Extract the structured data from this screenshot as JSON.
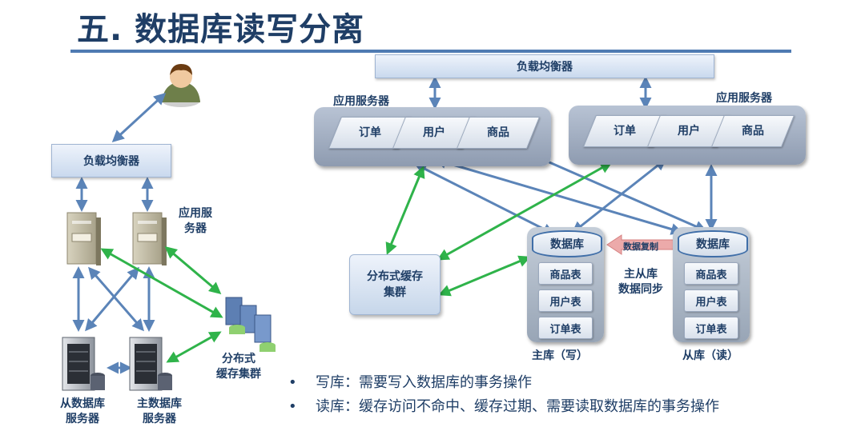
{
  "title": "五. 数据库读写分离",
  "left": {
    "load_balancer": "负载均衡器",
    "app_server_label_line1": "应用服",
    "app_server_label_line2": "务器",
    "cache_cluster_line1": "分布式",
    "cache_cluster_line2": "缓存集群",
    "slave_db_line1": "从数据库",
    "slave_db_line2": "服务器",
    "master_db_line1": "主数据库",
    "master_db_line2": "服务器"
  },
  "right": {
    "load_balancer": "负载均衡器",
    "app_server_label": "应用服务器",
    "app_servers": [
      {
        "tabs": [
          "订单",
          "用户",
          "商品"
        ]
      },
      {
        "tabs": [
          "订单",
          "用户",
          "商品"
        ]
      }
    ],
    "cache_line1": "分布式缓存",
    "cache_line2": "集群",
    "replication_label": "数据复制",
    "sync_line1": "主从库",
    "sync_line2": "数据同步",
    "master": {
      "head": "数据库",
      "tables": [
        "商品表",
        "用户表",
        "订单表"
      ],
      "caption": "主库（写）"
    },
    "slave": {
      "head": "数据库",
      "tables": [
        "商品表",
        "用户表",
        "订单表"
      ],
      "caption": "从库（读）"
    }
  },
  "bullets": [
    {
      "marker": "•",
      "text": "写库：需要写入数据库的事务操作"
    },
    {
      "marker": "•",
      "text": "读库：缓存访问不命中、缓存过期、需要读取数据库的事务操作"
    }
  ],
  "colors": {
    "title": "#1f3e66",
    "rule": "#4f7bb2",
    "blue_arrow": "#5b84b8",
    "green_arrow": "#2fb34a",
    "replication_arrow": "#e8a0a0"
  }
}
